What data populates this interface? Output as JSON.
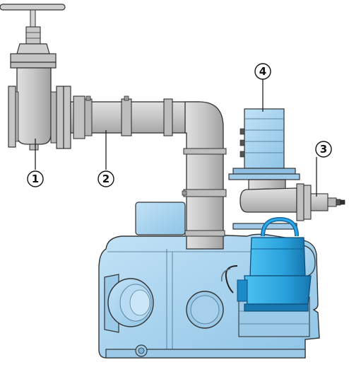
{
  "callouts": [
    {
      "id": "1",
      "label": "1"
    },
    {
      "id": "2",
      "label": "2"
    },
    {
      "id": "3",
      "label": "3"
    },
    {
      "id": "4",
      "label": "4"
    }
  ],
  "colors": {
    "pipe_fill": "#c9c9c9",
    "pipe_shade": "#a9a9a9",
    "outline": "#333333",
    "tank_fill": "#a9d4f0",
    "tank_shade": "#86bde3",
    "pump_fill": "#2aa9e6",
    "pump_shade": "#1782bd",
    "riser_fill": "#a9d4f0"
  }
}
